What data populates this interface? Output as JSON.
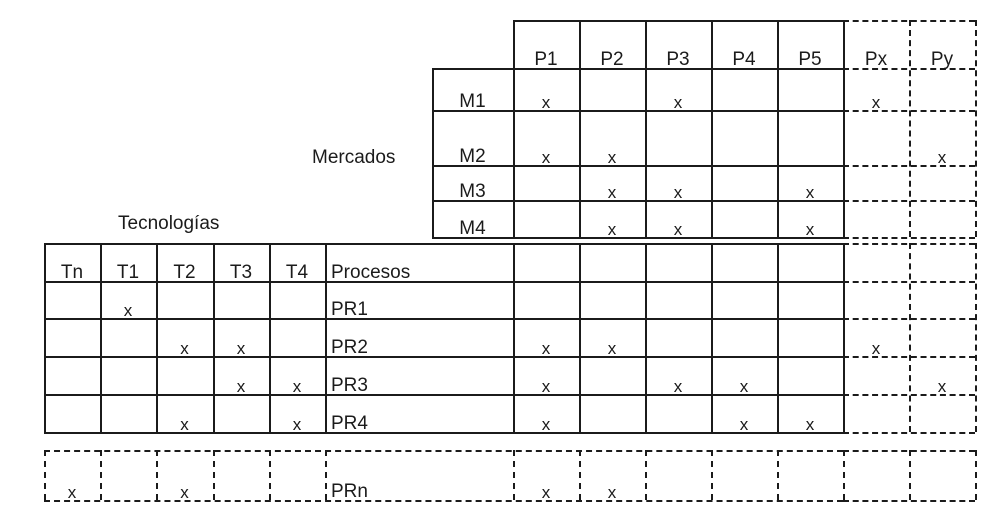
{
  "diagram": {
    "title_markets": "Mercados",
    "title_technologies": "Tecnologías",
    "title_processes": "Procesos",
    "mark": "x",
    "colors": {
      "ink": "#1b1b1b",
      "paper": "#ffffff"
    },
    "product_columns": [
      {
        "label": "P1",
        "style": "solid"
      },
      {
        "label": "P2",
        "style": "solid"
      },
      {
        "label": "P3",
        "style": "solid"
      },
      {
        "label": "P4",
        "style": "solid"
      },
      {
        "label": "P5",
        "style": "solid"
      },
      {
        "label": "Px",
        "style": "dashed"
      },
      {
        "label": "Py",
        "style": "dashed"
      }
    ],
    "technology_columns": [
      {
        "label": "Tn",
        "style": "solid"
      },
      {
        "label": "T1",
        "style": "solid"
      },
      {
        "label": "T2",
        "style": "solid"
      },
      {
        "label": "T3",
        "style": "solid"
      },
      {
        "label": "T4",
        "style": "solid"
      }
    ],
    "market_rows": [
      {
        "label": "M1",
        "style": "solid",
        "marks": [
          "P1",
          "P3",
          "Px"
        ]
      },
      {
        "label": "M2",
        "style": "solid",
        "marks": [
          "P1",
          "P2",
          "Py"
        ]
      },
      {
        "label": "M3",
        "style": "solid",
        "marks": [
          "P2",
          "P3",
          "P5"
        ]
      },
      {
        "label": "M4",
        "style": "solid",
        "marks": [
          "P2",
          "P3",
          "P5"
        ]
      }
    ],
    "process_rows": [
      {
        "label": "PR1",
        "style": "solid",
        "tech_marks": [
          "T1"
        ],
        "product_marks": []
      },
      {
        "label": "PR2",
        "style": "solid",
        "tech_marks": [
          "T2",
          "T3"
        ],
        "product_marks": [
          "P1",
          "P2",
          "Px"
        ]
      },
      {
        "label": "PR3",
        "style": "solid",
        "tech_marks": [
          "T3",
          "T4"
        ],
        "product_marks": [
          "P1",
          "P3",
          "P4",
          "Py"
        ]
      },
      {
        "label": "PR4",
        "style": "solid",
        "tech_marks": [
          "T2",
          "T4"
        ],
        "product_marks": [
          "P1",
          "P4",
          "P5"
        ]
      },
      {
        "label": "PRn",
        "style": "dashed",
        "tech_marks": [
          "Tn",
          "T2"
        ],
        "product_marks": [
          "P1",
          "P2"
        ]
      }
    ]
  }
}
